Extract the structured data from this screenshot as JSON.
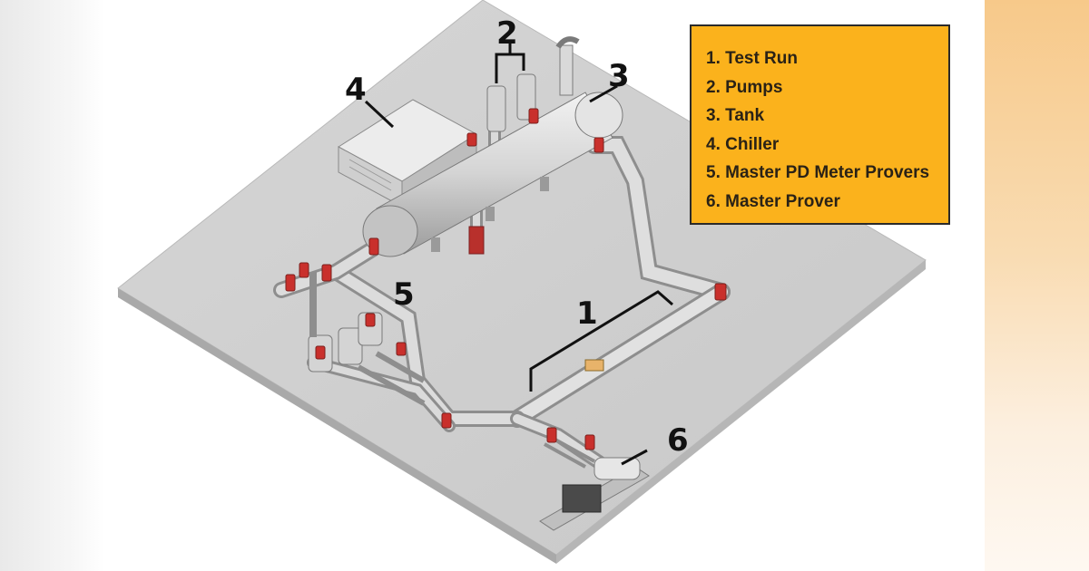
{
  "callouts": {
    "test_run": "1",
    "pumps": "2",
    "tank": "3",
    "chiller": "4",
    "master_pd_meter_provers": "5",
    "master_prover": "6"
  },
  "legend": {
    "items": [
      "1. Test Run",
      "2. Pumps",
      "3. Tank",
      "4. Chiller",
      "5. Master PD Meter Provers",
      "6. Master Prover"
    ]
  },
  "colors": {
    "legend_background": "#fbb21c",
    "flange_red": "#c9302c",
    "equipment_grey": "#d7d7d7",
    "floor_grey": "#cfcfcf",
    "right_band": "#f7c98a"
  }
}
